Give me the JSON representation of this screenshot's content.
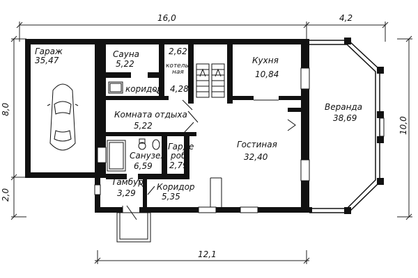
{
  "dimensions": {
    "top_main": "16,0",
    "top_veranda": "4,2",
    "bottom": "12,1",
    "left_upper": "8,0",
    "left_lower": "2,0",
    "right": "10,0"
  },
  "rooms": {
    "garage": {
      "name": "Гараж",
      "area": "35,47"
    },
    "sauna": {
      "name": "Сауна",
      "area": "5,22"
    },
    "boiler": {
      "area": "2,62",
      "name_line1": "котель",
      "name_line2": "ная"
    },
    "corridor_upper": {
      "name": "коридор",
      "area": "4,28"
    },
    "kitchen": {
      "name": "Кухня",
      "area": "10,84"
    },
    "rest_room": {
      "name": "Комната отдыха",
      "area": "5,22"
    },
    "veranda": {
      "name": "Веранда",
      "area": "38,69"
    },
    "bathroom": {
      "name": "Санузел",
      "area": "6,59"
    },
    "wardrobe": {
      "name_line1": "Гарде",
      "name_line2": "роб",
      "area": "2,79"
    },
    "living": {
      "name": "Гостиная",
      "area": "32,40"
    },
    "vestibule": {
      "name": "Тамбур",
      "area": "3,29"
    },
    "corridor_lower": {
      "name": "Коридор",
      "area": "5,35"
    }
  }
}
